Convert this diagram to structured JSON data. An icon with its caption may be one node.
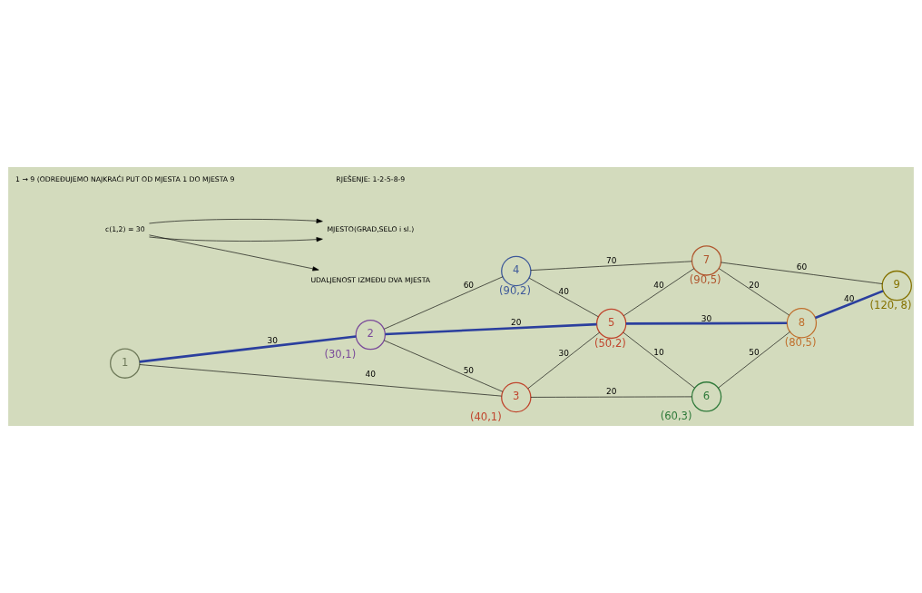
{
  "diagram": {
    "nodes": [
      {
        "text": [
          "1"
        ]
      },
      {
        "text": [
          "2"
        ],
        "beside": [
          "(30,1)"
        ]
      },
      {
        "text": [
          "3"
        ],
        "beside": [
          "(40,1)"
        ]
      },
      {
        "text": [
          "4"
        ],
        "beside": [
          "(90,2)"
        ]
      },
      {
        "text": [
          "5"
        ],
        "beside": [
          "(50,2)"
        ]
      },
      {
        "text": [
          "6"
        ],
        "beside": [
          "(60,3)"
        ]
      },
      {
        "text": [
          "7"
        ],
        "beside": [
          "(90,5)"
        ]
      },
      {
        "text": [
          "8"
        ],
        "beside": [
          "(80,5)"
        ]
      },
      {
        "text": [
          "9"
        ],
        "beside": [
          "(120, 8)"
        ]
      },
      {
        "text": [
          "c(1,2) = 30"
        ]
      },
      {
        "text": [
          "MJESTO(GRAD,SELO i sl.)"
        ]
      },
      {
        "text": [
          "UDALJENOST IZMEĐU DVA MJESTA"
        ]
      }
    ],
    "edges": [
      {
        "from": 0,
        "to": 1,
        "arrow": "none",
        "label": "30",
        "style": "thick",
        "color": "#2b3f9e"
      },
      {
        "from": 0,
        "to": 2,
        "arrow": "none",
        "label": "40"
      },
      {
        "from": 1,
        "to": 3,
        "arrow": "none",
        "label": "60"
      },
      {
        "from": 1,
        "to": 2,
        "arrow": "none",
        "label": "50"
      },
      {
        "from": 1,
        "to": 4,
        "arrow": "none",
        "label": "20",
        "style": "thick",
        "color": "#2b3f9e"
      },
      {
        "from": 3,
        "to": 4,
        "arrow": "none",
        "label": "40"
      },
      {
        "from": 3,
        "to": 6,
        "arrow": "none",
        "label": "70"
      },
      {
        "from": 2,
        "to": 4,
        "arrow": "none",
        "label": "30"
      },
      {
        "from": 4,
        "to": 6,
        "arrow": "none",
        "label": "40"
      },
      {
        "from": 4,
        "to": 5,
        "arrow": "none",
        "label": "10"
      },
      {
        "from": 4,
        "to": 7,
        "arrow": "none",
        "label": "30",
        "style": "thick",
        "color": "#2b3f9e"
      },
      {
        "from": 2,
        "to": 5,
        "arrow": "none",
        "label": "20"
      },
      {
        "from": 5,
        "to": 7,
        "arrow": "none",
        "label": "50"
      },
      {
        "from": 6,
        "to": 7,
        "arrow": "none",
        "label": "20"
      },
      {
        "from": 6,
        "to": 8,
        "arrow": "none",
        "label": "60"
      },
      {
        "from": 7,
        "to": 8,
        "arrow": "none",
        "label": "40",
        "style": "thick",
        "color": "#2b3f9e"
      },
      {
        "from": 9,
        "to": 10,
        "arrow": "to"
      },
      {
        "from": 9,
        "to": 10,
        "arrow": "to"
      },
      {
        "from": 9,
        "to": 11,
        "arrow": "to"
      }
    ],
    "labels": [
      "1 → 9 (ODREĐUJEMO NAJKRAĆI PUT OD MJESTA 1 DO MJESTA 9",
      "RJEŠENJE: 1-2-5-8-9"
    ]
  }
}
